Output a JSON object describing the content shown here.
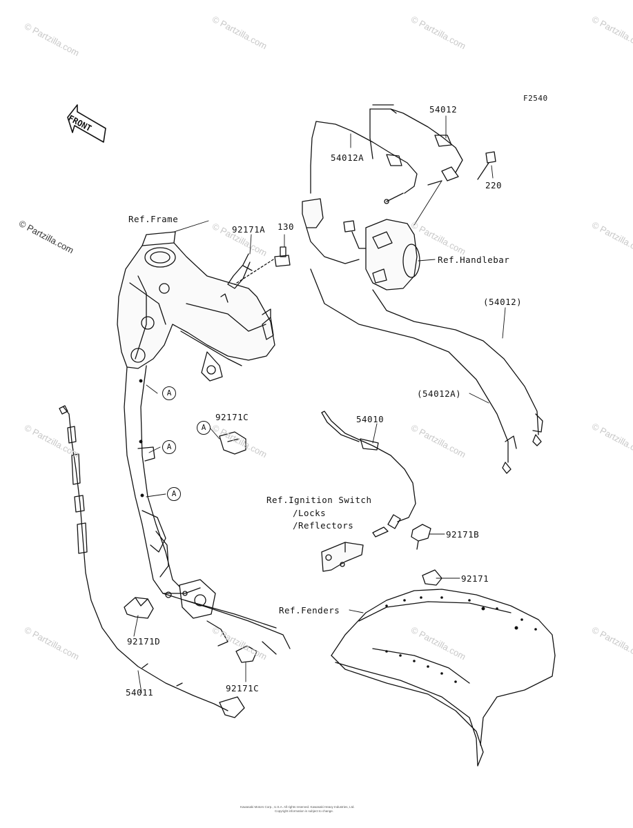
{
  "figure_code": "F2540",
  "front_label": "FRONT",
  "circle_ref": "A",
  "watermark": "© Partzilla.com",
  "parts": {
    "p54012": "54012",
    "p54012A": "54012A",
    "p220": "220",
    "p92171A": "92171A",
    "p130": "130",
    "p92171C_top": "92171C",
    "p54010": "54010",
    "p54012_paren": "(54012)",
    "p54012A_paren": "(54012A)",
    "p92171B": "92171B",
    "p92171": "92171",
    "p92171D": "92171D",
    "p92171C_bottom": "92171C",
    "p54011": "54011"
  },
  "refs": {
    "frame": "Ref.Frame",
    "handlebar": "Ref.Handlebar",
    "ignition_1": "Ref.Ignition Switch",
    "ignition_2": "/Locks",
    "ignition_3": "/Reflectors",
    "fenders": "Ref.Fenders"
  },
  "copyright": {
    "line1": "Kawasaki Motors Corp., U.S.A. All rights reserved. Kawasaki Heavy Industries, Ltd.",
    "line2": "Copyright information is subject to change."
  }
}
